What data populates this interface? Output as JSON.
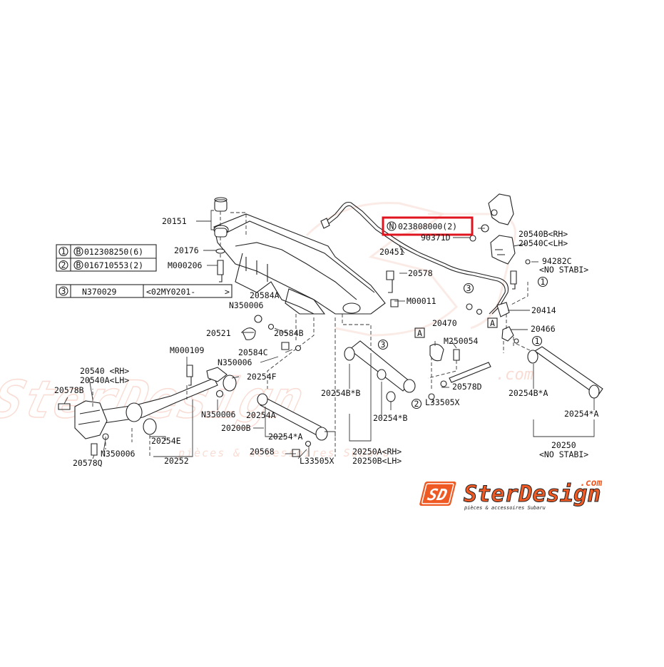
{
  "colors": {
    "highlight": "#e0141e",
    "logo_orange": "#ef5a24",
    "logo_dark": "#222222",
    "watermark": "#f3b8a6"
  },
  "table": {
    "row1_num": "1",
    "row1_code": "B",
    "row1_part": "012308250(6)",
    "row2_num": "2",
    "row2_code": "B",
    "row2_part": "016710553(2)",
    "row3_num": "3",
    "row3_part": "N370029",
    "row3_note": "<02MY0201-",
    "row3_close": ">"
  },
  "highlight": {
    "circle": "N",
    "part": "023808000(2)"
  },
  "labels": {
    "p20151": "20151",
    "p20176": "20176",
    "pM000206": "M000206",
    "p20451": "20451",
    "p90371D": "90371D",
    "p20540B": "20540B<RH>",
    "p20540C": "20540C<LH>",
    "p94282C": "94282C",
    "p_nostabi1": "<NO STABI>",
    "p20578": "20578",
    "p20584A": "20584A",
    "pN350006a": "N350006",
    "pM00011": "M00011",
    "p20414": "20414",
    "p20521": "20521",
    "p20584B": "20584B",
    "p20470": "20470",
    "pM250054": "M250054",
    "p20466": "20466",
    "pM000109": "M000109",
    "p20584C": "20584C",
    "pN350006b": "N350006",
    "p20254F": "20254F",
    "p20540RH": "20540 <RH>",
    "p20540A": "20540A<LH>",
    "p20578B": "20578B",
    "p20254BxB": "20254B*B",
    "p20578D": "20578D",
    "p20254BxA": "20254B*A",
    "pL33505Xa": "L33505X",
    "pN350006c": "N350006",
    "p20254A": "20254A",
    "p20254xB": "20254*B",
    "p20254xA_r": "20254*A",
    "p20200B": "20200B",
    "p20254xA": "20254*A",
    "p20254E": "20254E",
    "pN350006d": "N350006",
    "p20568": "20568",
    "p20250A": "20250A<RH>",
    "p20250B": "20250B<LH>",
    "p20250": "20250",
    "p_nostabi2": "<NO STABI>",
    "p20578Q": "20578Q",
    "p20252": "20252",
    "pL33505Xb": "L33505X"
  },
  "callouts": {
    "c1a": "1",
    "c1b": "1",
    "c2": "2",
    "c3a": "3",
    "c3b": "3",
    "boxA1": "A",
    "boxA2": "A"
  },
  "logo": {
    "mark": "SD",
    "name": "SterDesign",
    "domain": ".com",
    "tagline": "pièces & accessoires Subaru"
  },
  "watermark": {
    "name": "SterDesign",
    "domain": ".com",
    "tagline": "pièces & accessoires Subaru"
  }
}
